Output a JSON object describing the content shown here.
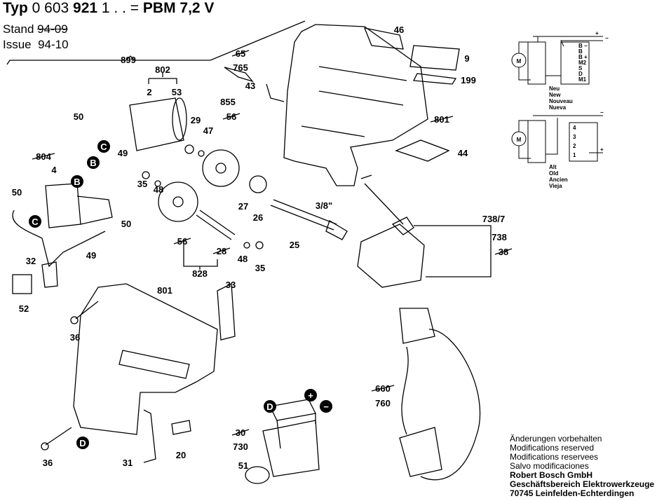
{
  "header": {
    "type_prefix": "Typ",
    "type_code_a": "0 603",
    "type_code_b": "921",
    "type_code_c": "1 . . =",
    "model": "PBM 7,2 V",
    "stand_label": "Stand",
    "stand_value": "94-09",
    "issue_label": "Issue",
    "issue_value": "94-10"
  },
  "part_labels": [
    "899",
    "802",
    "2",
    "53",
    "50",
    "29",
    "47",
    "855",
    "56",
    "49",
    "804",
    "4",
    "35",
    "48",
    "27",
    "26",
    "50",
    "50",
    "25",
    "3/8\"",
    "56",
    "28",
    "48",
    "35",
    "49",
    "32",
    "828",
    "52",
    "801",
    "33",
    "36",
    "31",
    "20",
    "36",
    "30",
    "730",
    "51",
    "660",
    "760",
    "738/7",
    "738",
    "38",
    "44",
    "801",
    "199",
    "9",
    "46",
    "65",
    "765",
    "43"
  ],
  "struck_labels": [
    "56",
    "804",
    "56",
    "28",
    "30",
    "660",
    "38",
    "65",
    "801"
  ],
  "badges": [
    "B",
    "C",
    "B",
    "C",
    "D",
    "D",
    "+",
    "−"
  ],
  "wiring": {
    "new_labels": [
      "Neu",
      "New",
      "Nouveau",
      "Nueva"
    ],
    "old_labels": [
      "Alt",
      "Old",
      "Ancien",
      "Vieja"
    ],
    "motor": "M",
    "new_terminals": [
      "B −",
      "B",
      "B +",
      "M2",
      "S",
      "D",
      "M1"
    ],
    "old_terminals": [
      "4",
      "3",
      "2",
      "1"
    ],
    "plus": "+",
    "minus": "−"
  },
  "notes": {
    "lines": [
      "Änderungen vorbehalten",
      "Modifications reserved",
      "Modifications reservees",
      "Salvo modificaciones"
    ],
    "company": [
      "Robert Bosch GmbH",
      "Geschäftsbereich Elektrowerkzeuge",
      "70745 Leinfelden-Echterdingen"
    ]
  }
}
